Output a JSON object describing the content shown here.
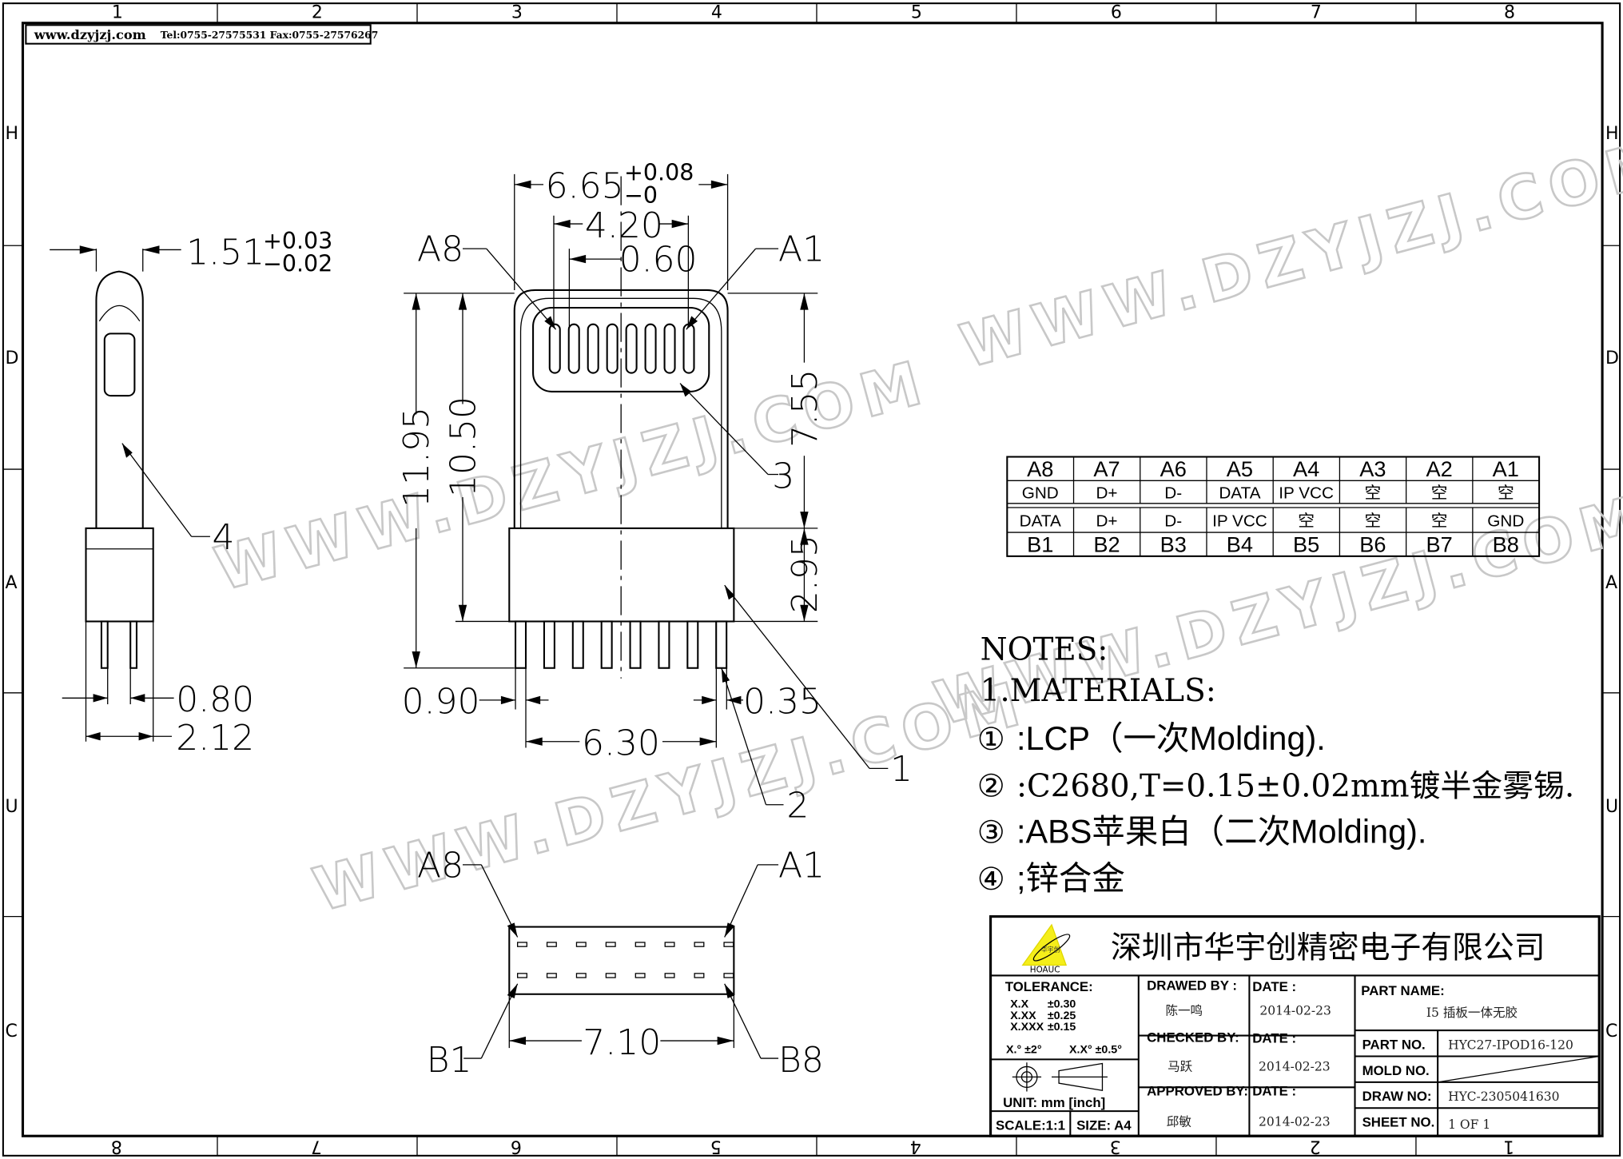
{
  "header": {
    "website": "www.dzyjzj.com",
    "contact": "Tel:0755-27575531  Fax:0755-27576267"
  },
  "grid": {
    "columns_top": [
      "1",
      "2",
      "3",
      "4",
      "5",
      "6",
      "7",
      "8"
    ],
    "columns_bottom": [
      "8",
      "7",
      "6",
      "5",
      "4",
      "3",
      "2",
      "1"
    ],
    "rows": [
      "H",
      "D",
      "A",
      "U",
      "C"
    ]
  },
  "watermark": "WWW.DZYJZJ.COM",
  "side_view": {
    "dim_width": "1.51",
    "tol_plus": "+0.03",
    "tol_minus": "−0.02",
    "dim_pin": "0.80",
    "dim_base": "2.12",
    "callout": "4"
  },
  "front_view": {
    "dim_width": "6.65",
    "tol_plus": "+0.08",
    "tol_minus": "−0",
    "dim_pitch_span": "4.20",
    "dim_pitch": "0.60",
    "label_a8": "A8",
    "label_a1": "A1",
    "dim_total_h": "11.95",
    "dim_h2": "10.50",
    "dim_h3": "7.55",
    "dim_h4": "2.95",
    "dim_left": "0.90",
    "dim_pin_w": "0.35",
    "dim_pin_span": "6.30",
    "callout_1": "1",
    "callout_2": "2",
    "callout_3": "3"
  },
  "bottom_view": {
    "label_a8": "A8",
    "label_a1": "A1",
    "label_b1": "B1",
    "label_b8": "B8",
    "dim_width": "7.10"
  },
  "pin_table": {
    "top_pins": [
      "A8",
      "A7",
      "A6",
      "A5",
      "A4",
      "A3",
      "A2",
      "A1"
    ],
    "top_signals": [
      "GND",
      "D+",
      "D-",
      "DATA",
      "IP VCC",
      "空",
      "空",
      "空"
    ],
    "bottom_signals": [
      "DATA",
      "D+",
      "D-",
      "IP VCC",
      "空",
      "空",
      "空",
      "GND"
    ],
    "bottom_pins": [
      "B1",
      "B2",
      "B3",
      "B4",
      "B5",
      "B6",
      "B7",
      "B8"
    ]
  },
  "notes": {
    "title": "NOTES:",
    "materials": "1.MATERIALS:",
    "items": [
      {
        "num": "①",
        "text": ":LCP（一次Molding)."
      },
      {
        "num": "②",
        "text": ":C2680,T=0.15±0.02mm镀半金雾锡."
      },
      {
        "num": "③",
        "text": ":ABS苹果白（二次Molding)."
      },
      {
        "num": "④",
        "text": ";锌合金"
      }
    ]
  },
  "title_block": {
    "company": "深圳市华宇创精密电子有限公司",
    "logo_text": "HOAUC",
    "logo_cn": "华宇创",
    "tolerance_label": "TOLERANCE:",
    "tolerances": [
      [
        "X.X",
        "±0.30"
      ],
      [
        "X.XX",
        "±0.25"
      ],
      [
        "X.XXX",
        "±0.15"
      ]
    ],
    "angle_tol_1": "X.° ±2°",
    "angle_tol_2": "X.X° ±0.5°",
    "unit": "UNIT:  mm  [inch]",
    "scale": "SCALE:1:1",
    "size": "SIZE:  A4",
    "drawed_by_label": "DRAWED  BY :",
    "drawed_by": "陈一鸣",
    "checked_by_label": "CHECKED  BY:",
    "checked_by": "马跃",
    "approved_by_label": "APPROVED  BY:",
    "approved_by": "邱敏",
    "date_label": "DATE  :",
    "date_drawed": "2014-02-23",
    "date_checked": "2014-02-23",
    "date_approved": "2014-02-23",
    "part_name_label": "PART  NAME:",
    "part_name": "I5 插板一体无胶",
    "part_no_label": "PART  NO.",
    "part_no": "HYC27-IPOD16-120",
    "mold_no_label": "MOLD  NO.",
    "draw_no_label": "DRAW  NO:",
    "draw_no": "HYC-2305041630",
    "sheet_no_label": "SHEET  NO.",
    "sheet_no": "1  OF  1"
  }
}
